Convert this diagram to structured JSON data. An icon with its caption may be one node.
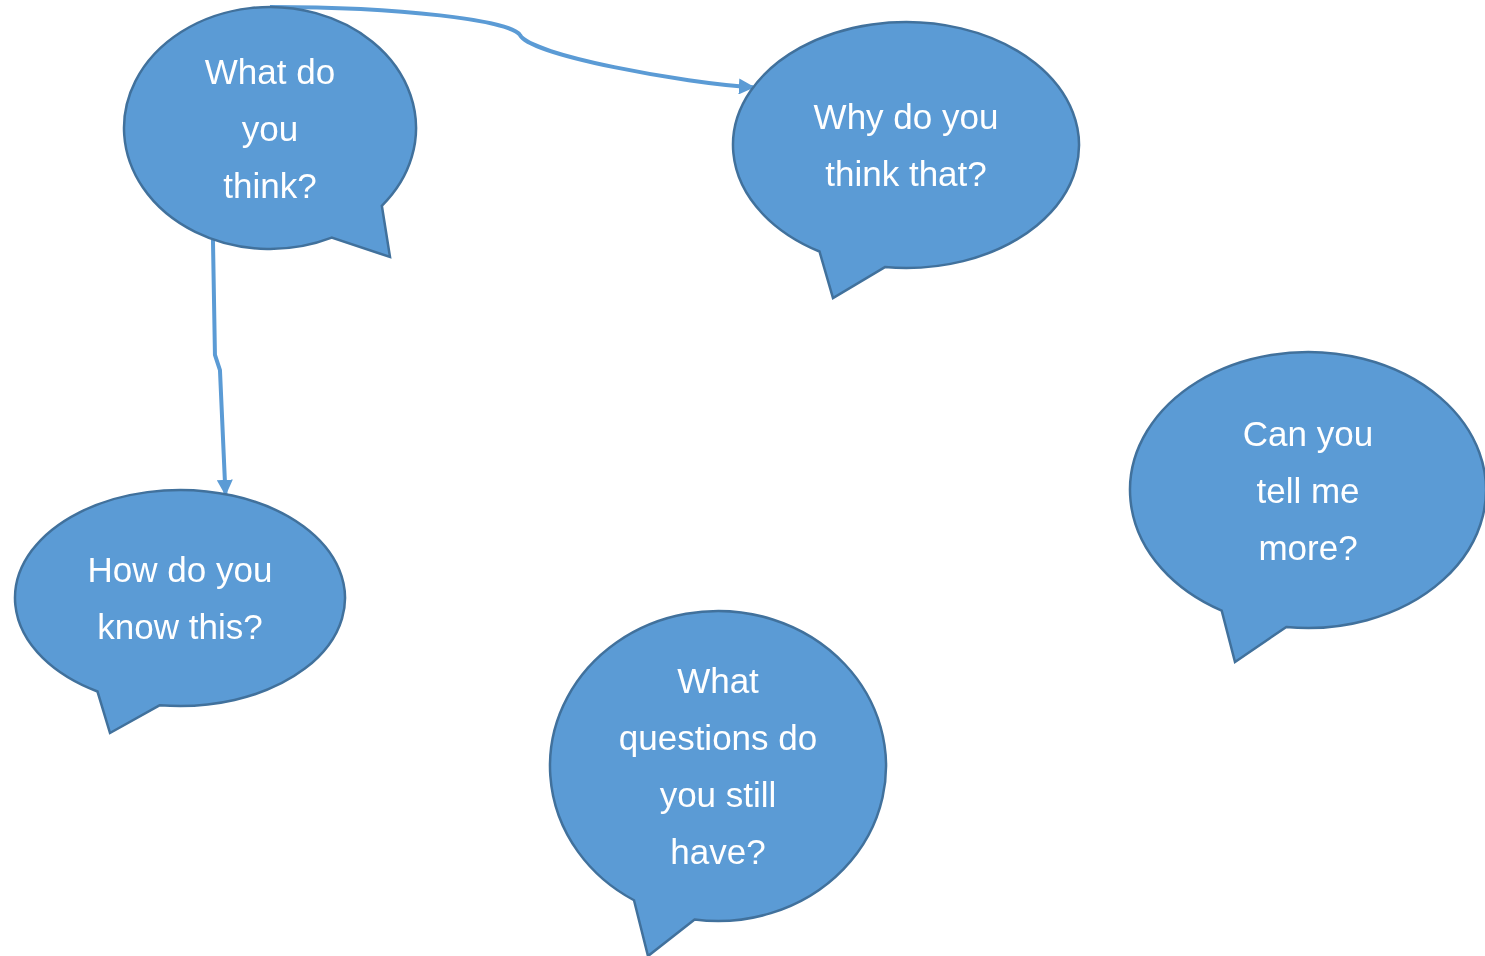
{
  "diagram": {
    "nodes": [
      {
        "text": [
          "What do you think?"
        ]
      },
      {
        "text": [
          "Why do you think that?"
        ]
      },
      {
        "text": [
          "Can you tell me more?"
        ]
      },
      {
        "text": [
          "How do you know this?"
        ]
      },
      {
        "text": [
          "What questions do you still have?"
        ]
      }
    ],
    "edges": [
      {
        "from": 0,
        "to": 1,
        "arrow": "to"
      },
      {
        "from": 0,
        "to": 3,
        "arrow": "to"
      }
    ]
  }
}
